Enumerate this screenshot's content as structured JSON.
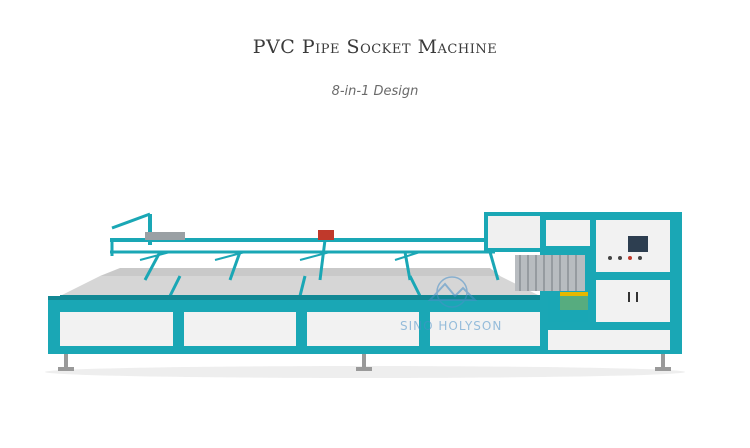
{
  "header": {
    "title": "PVC Pipe Socket Machine",
    "subtitle": "8-in-1 Design"
  },
  "watermark": {
    "text": "SINO HOLYSON"
  },
  "colors": {
    "frame": "#1aa7b5",
    "frame_dark": "#128894",
    "panel": "#f2f2f2",
    "table": "#d9d9d9",
    "title": "#3a3a3a",
    "subtitle": "#6a6a6a",
    "watermark": "#4a90c8"
  }
}
